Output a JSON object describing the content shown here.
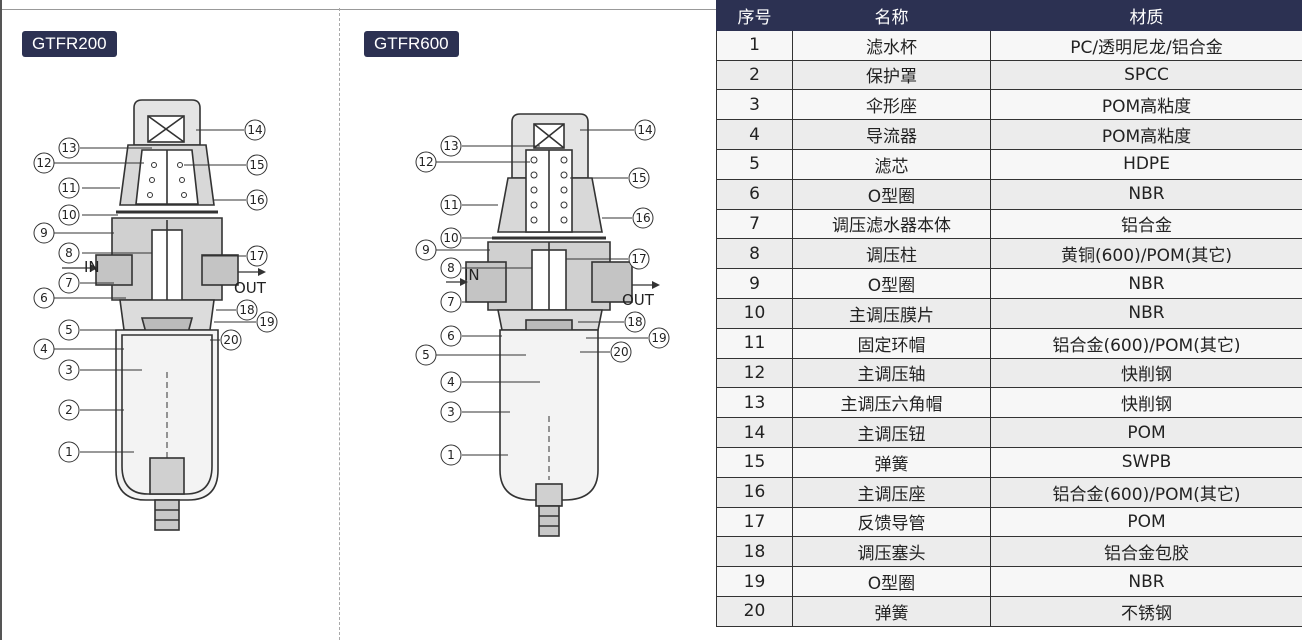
{
  "models": {
    "a": "GTFR200",
    "b": "GTFR600"
  },
  "ports": {
    "in": "IN",
    "out": "OUT"
  },
  "callouts": [
    "1",
    "2",
    "3",
    "4",
    "5",
    "6",
    "7",
    "8",
    "9",
    "10",
    "11",
    "12",
    "13",
    "14",
    "15",
    "16",
    "17",
    "18",
    "19",
    "20"
  ],
  "table": {
    "headers": [
      "序号",
      "名称",
      "材质"
    ],
    "rows": [
      [
        "1",
        "滤水杯",
        "PC/透明尼龙/铝合金"
      ],
      [
        "2",
        "保护罩",
        "SPCC"
      ],
      [
        "3",
        "伞形座",
        "POM高粘度"
      ],
      [
        "4",
        "导流器",
        "POM高粘度"
      ],
      [
        "5",
        "滤芯",
        "HDPE"
      ],
      [
        "6",
        "O型圈",
        "NBR"
      ],
      [
        "7",
        "调压滤水器本体",
        "铝合金"
      ],
      [
        "8",
        "调压柱",
        "黄铜(600)/POM(其它)"
      ],
      [
        "9",
        "O型圈",
        "NBR"
      ],
      [
        "10",
        "主调压膜片",
        "NBR"
      ],
      [
        "11",
        "固定环帽",
        "铝合金(600)/POM(其它)"
      ],
      [
        "12",
        "主调压轴",
        "快削钢"
      ],
      [
        "13",
        "主调压六角帽",
        "快削钢"
      ],
      [
        "14",
        "主调压钮",
        "POM"
      ],
      [
        "15",
        "弹簧",
        "SWPB"
      ],
      [
        "16",
        "主调压座",
        "铝合金(600)/POM(其它)"
      ],
      [
        "17",
        "反馈导管",
        "POM"
      ],
      [
        "18",
        "调压塞头",
        "铝合金包胶"
      ],
      [
        "19",
        "O型圈",
        "NBR"
      ],
      [
        "20",
        "弹簧",
        "不锈钢"
      ]
    ]
  }
}
